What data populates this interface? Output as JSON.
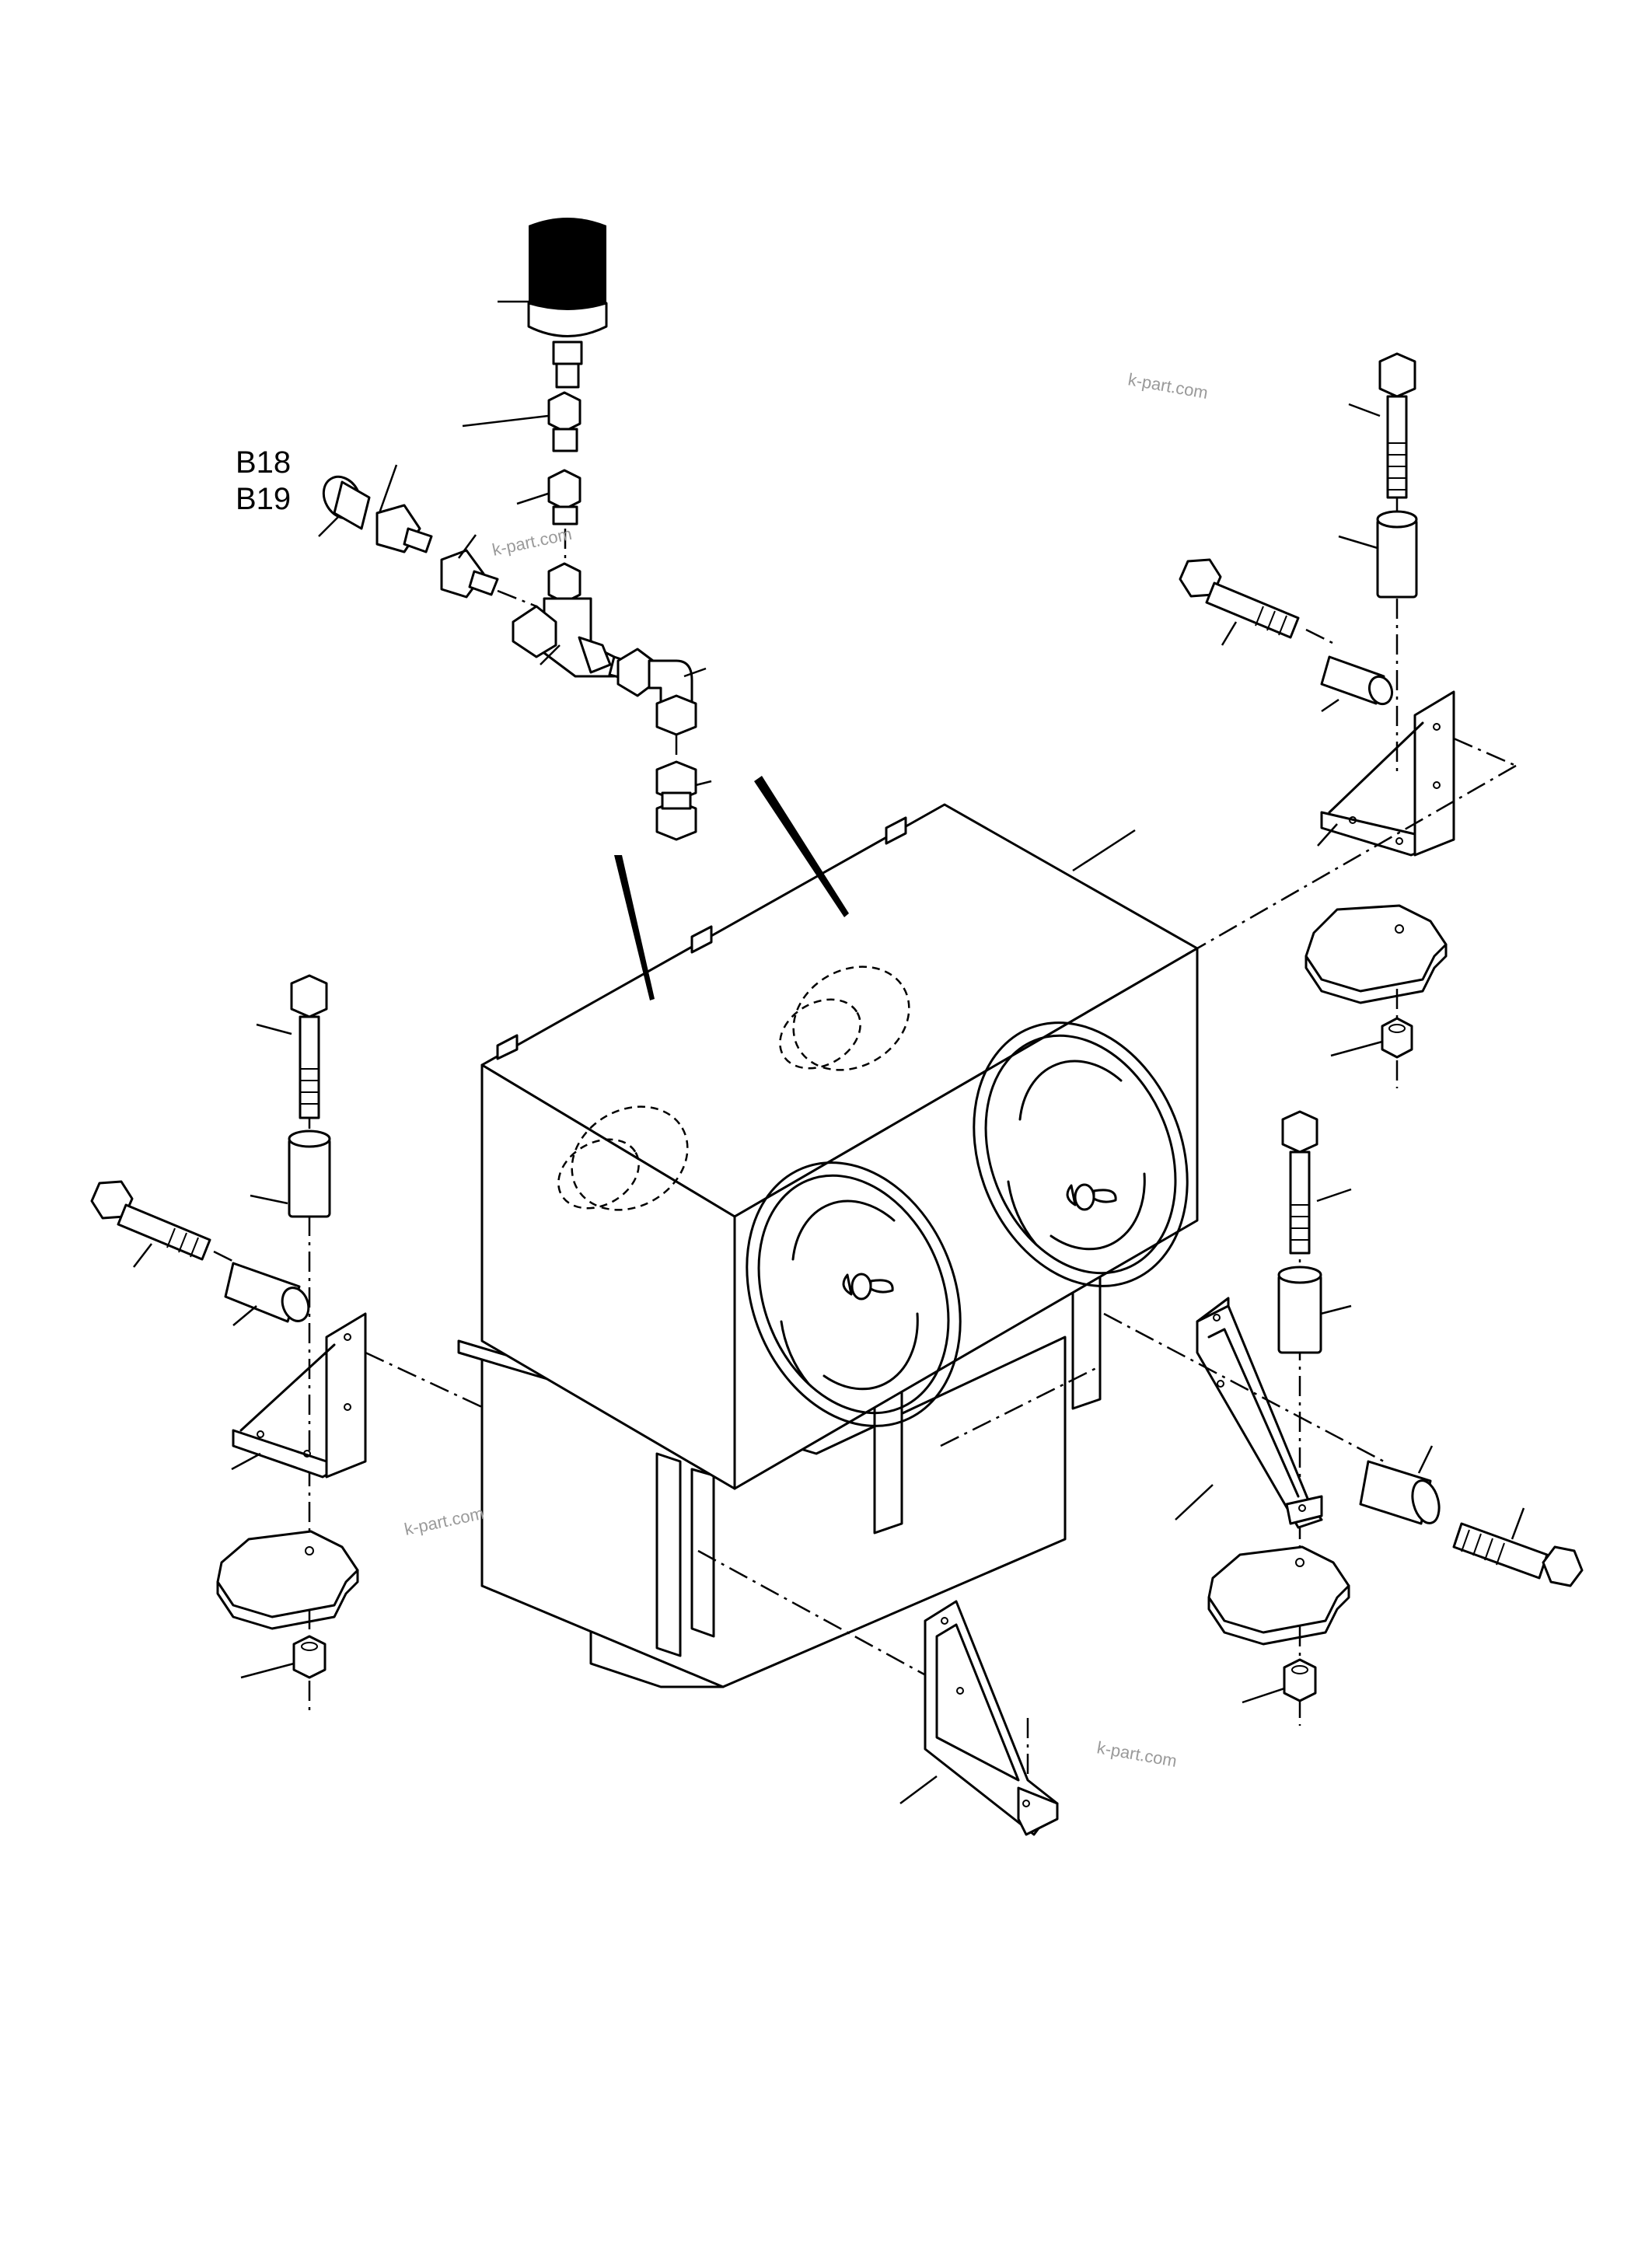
{
  "diagram": {
    "callouts": [
      "B18",
      "B19"
    ],
    "watermarks": [
      "k-part.com",
      "k-part.com",
      "k-part.com",
      "k-part.com"
    ]
  },
  "icons": {
    "breather_cap": "breather-cap-icon",
    "bolt": "hex-bolt-icon",
    "spacer": "spacer-sleeve-icon",
    "nut": "hex-nut-icon",
    "mount_pad": "rubber-mount-icon",
    "bracket": "mounting-bracket-icon"
  },
  "colors": {
    "line": "#000000",
    "background": "#ffffff",
    "watermark": "#9a9a9a"
  }
}
